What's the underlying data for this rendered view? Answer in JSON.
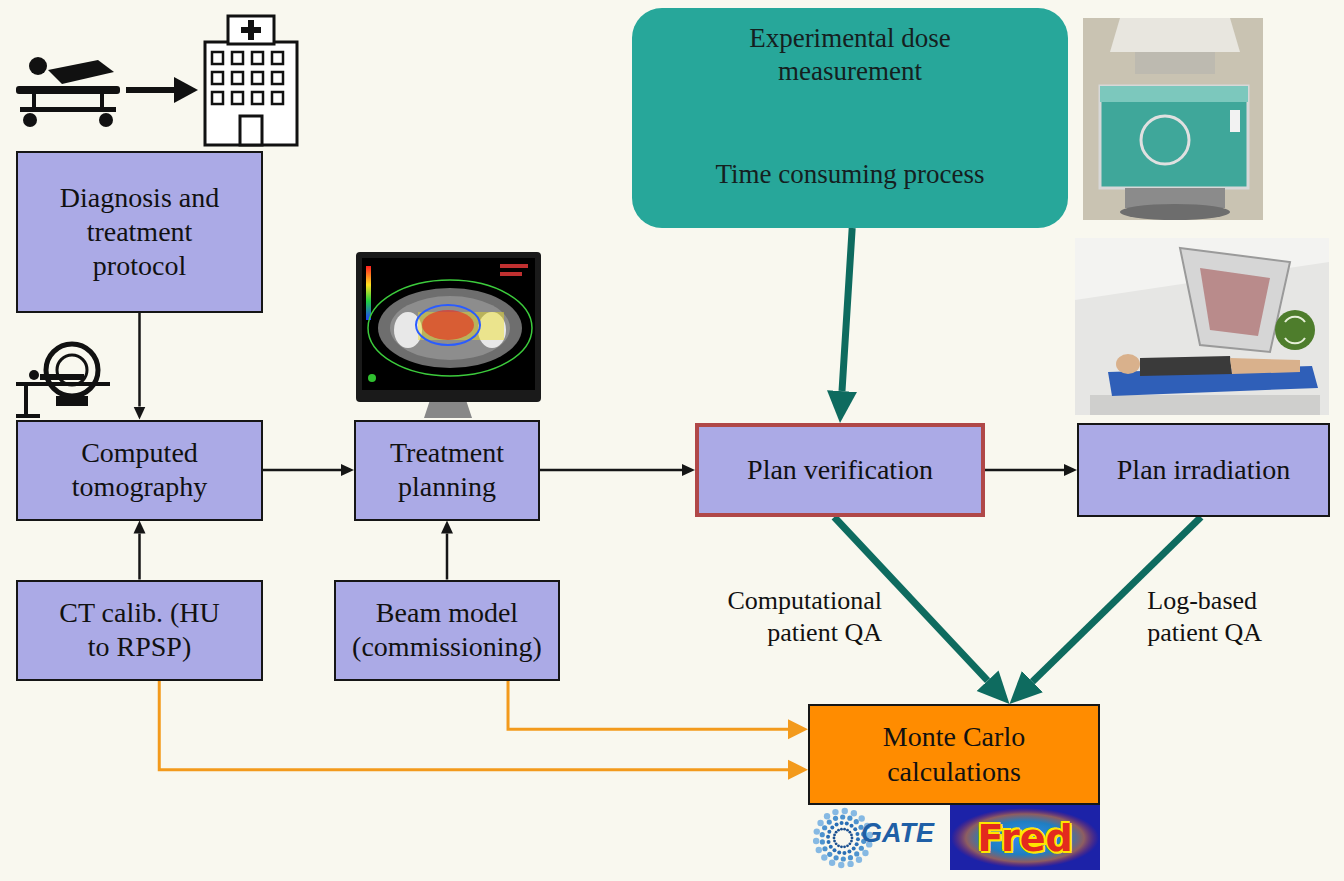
{
  "diagram": {
    "nodes": [
      {
        "text": [
          "Experimental dose measurement",
          "Time consuming process"
        ]
      },
      {
        "text": [
          "Diagnosis and treatment protocol"
        ]
      },
      {
        "text": [
          "Computed tomography"
        ]
      },
      {
        "text": [
          "Treatment planning"
        ]
      },
      {
        "text": [
          "Plan verification"
        ]
      },
      {
        "text": [
          "Plan irradiation"
        ]
      },
      {
        "text": [
          "CT calib. (HU to RPSP)"
        ]
      },
      {
        "text": [
          "Beam model (commissioning)"
        ]
      },
      {
        "text": [
          "Monte Carlo calculations"
        ]
      }
    ],
    "edges": [
      {
        "from": 1,
        "to": 2,
        "arrow": "to"
      },
      {
        "from": 6,
        "to": 2,
        "arrow": "to"
      },
      {
        "from": 2,
        "to": 3,
        "arrow": "to"
      },
      {
        "from": 7,
        "to": 3,
        "arrow": "to"
      },
      {
        "from": 3,
        "to": 4,
        "arrow": "to"
      },
      {
        "from": 4,
        "to": 5,
        "arrow": "to"
      },
      {
        "from": 0,
        "to": 4,
        "arrow": "to"
      },
      {
        "from": 4,
        "to": 8,
        "label": "Computational patient QA",
        "arrow": "to"
      },
      {
        "from": 5,
        "to": 8,
        "label": "Log-based patient QA",
        "arrow": "to"
      },
      {
        "from": 6,
        "to": 8,
        "arrow": "to"
      },
      {
        "from": 7,
        "to": 8,
        "arrow": "to"
      }
    ],
    "labels": [
      "GATE",
      "Fred"
    ]
  }
}
